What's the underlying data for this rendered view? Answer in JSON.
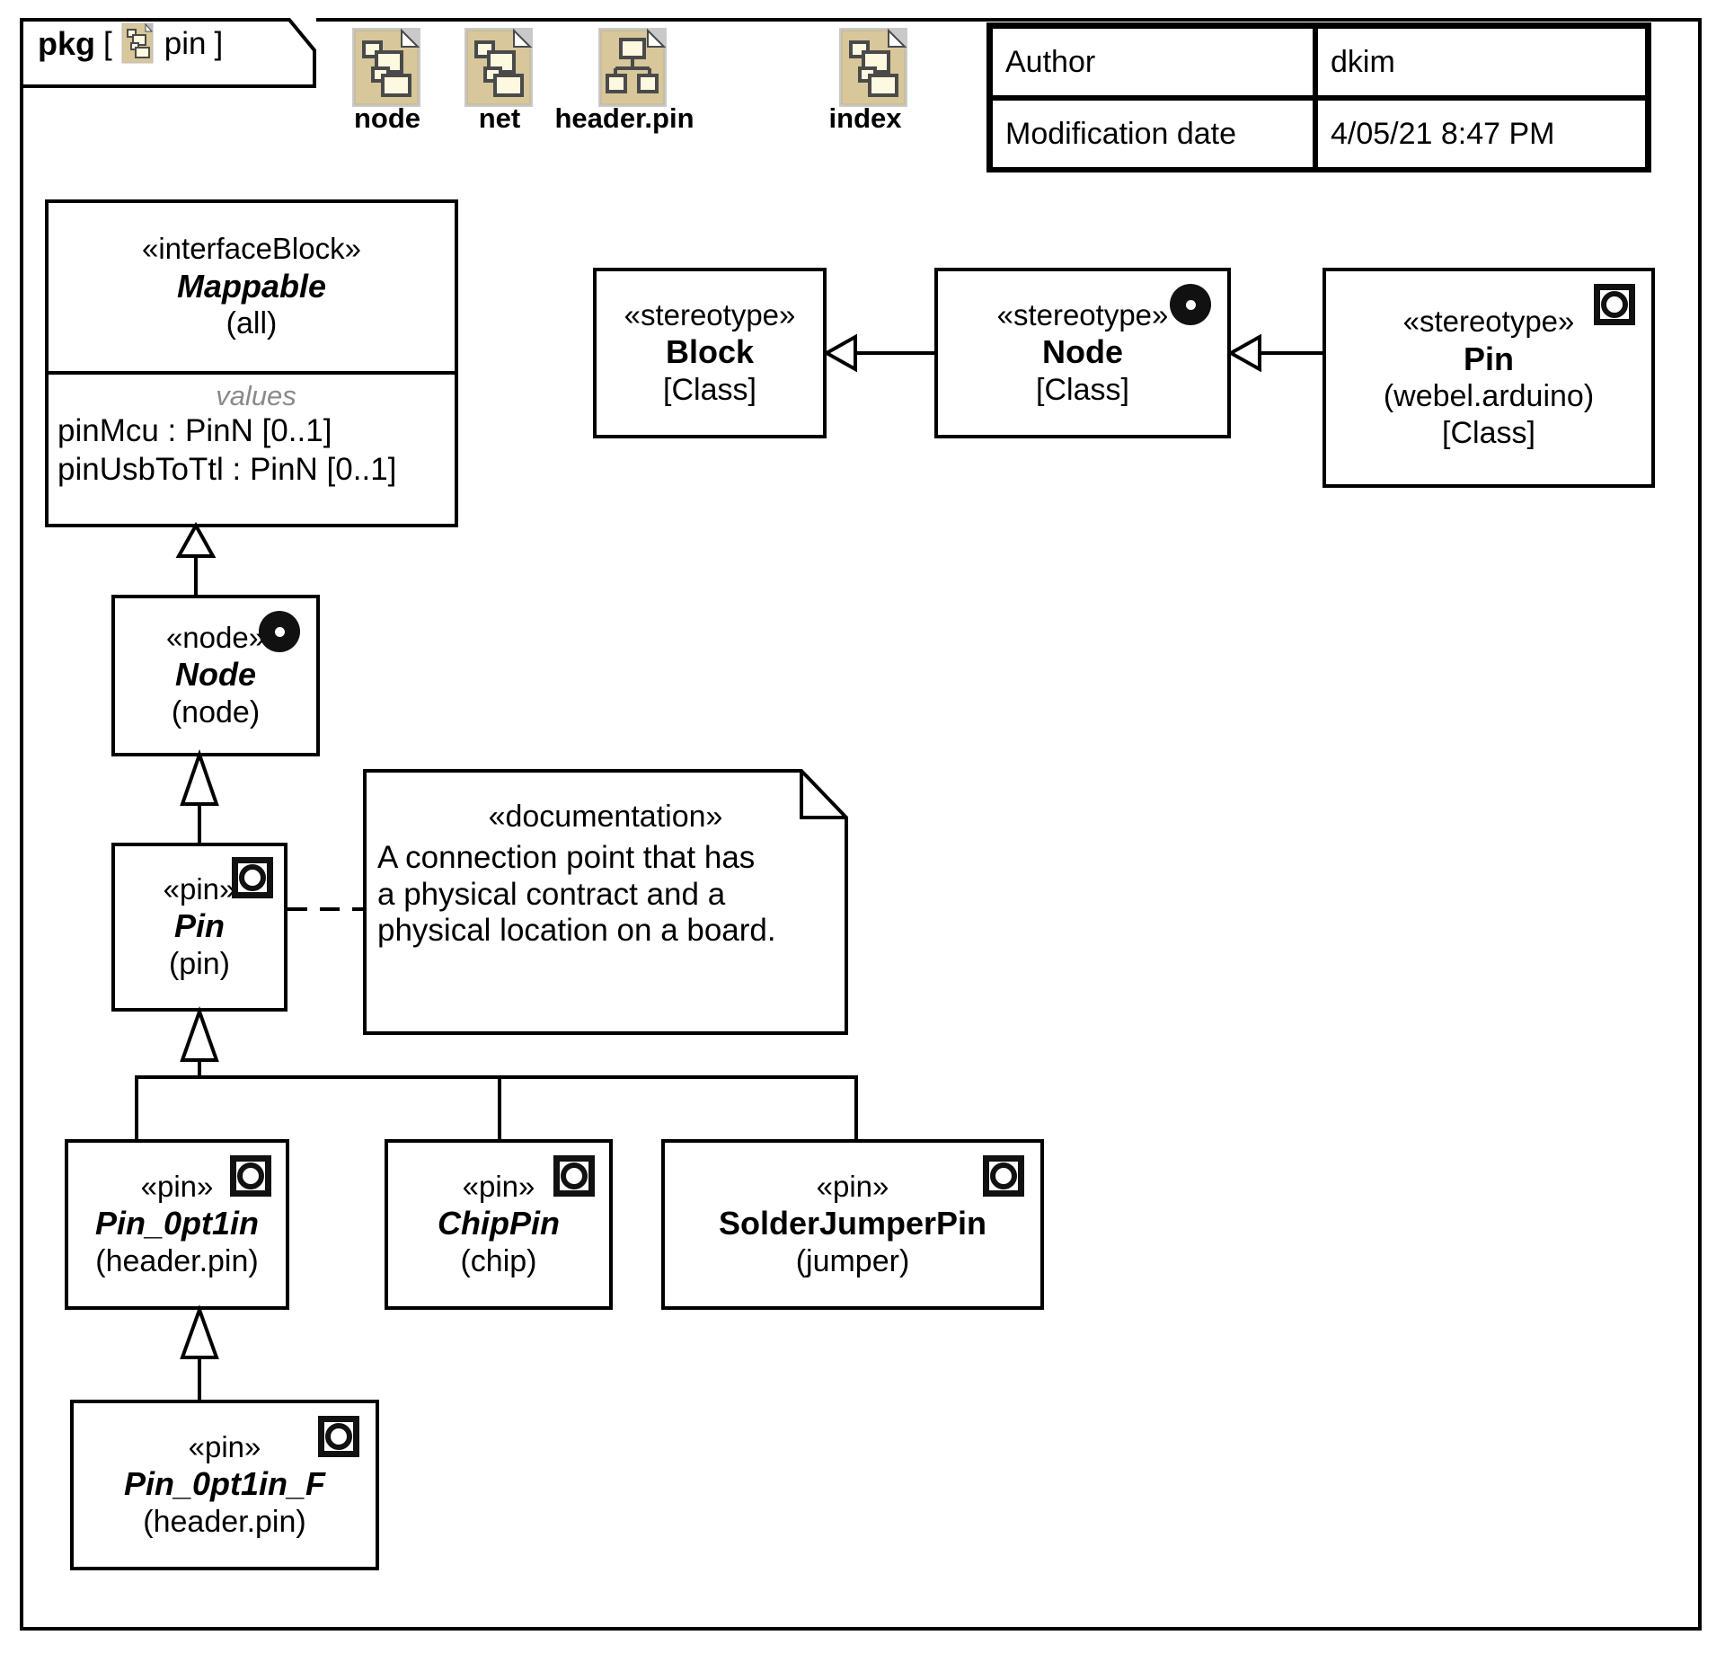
{
  "diagram": {
    "kind": "pkg",
    "bracket_open": "[",
    "bracket_close": "]",
    "name": "pin",
    "tab_icon": "package-icon"
  },
  "package_icons": [
    {
      "label": "node",
      "icon": "package-icon"
    },
    {
      "label": "net",
      "icon": "package-icon"
    },
    {
      "label": "header.pin",
      "icon": "package-tree-icon"
    },
    {
      "label": "index",
      "icon": "package-icon"
    }
  ],
  "meta": {
    "rows": [
      {
        "key": "Author",
        "value": "dkim"
      },
      {
        "key": "Modification date",
        "value": "4/05/21 8:47 PM"
      }
    ]
  },
  "blocks": {
    "mappable": {
      "keyword": "«interfaceBlock»",
      "name": "Mappable",
      "sub": "(all)",
      "compartment_label": "values",
      "values": [
        "pinMcu : PinN [0..1]",
        "pinUsbToTtl : PinN [0..1]"
      ]
    },
    "node_class": {
      "keyword": "«node»",
      "name": "Node",
      "sub": "(node)",
      "icon": "node-icon"
    },
    "pin_class": {
      "keyword": "«pin»",
      "name": "Pin",
      "sub": "(pin)",
      "icon": "pin-icon"
    },
    "pin_0pt1in": {
      "keyword": "«pin»",
      "name": "Pin_0pt1in",
      "sub": "(header.pin)",
      "icon": "pin-icon"
    },
    "chip_pin": {
      "keyword": "«pin»",
      "name": "ChipPin",
      "sub": "(chip)",
      "icon": "pin-icon"
    },
    "solder_jumper_pin": {
      "keyword": "«pin»",
      "name": "SolderJumperPin",
      "sub": "(jumper)",
      "icon": "pin-icon"
    },
    "pin_0pt1in_f": {
      "keyword": "«pin»",
      "name": "Pin_0pt1in_F",
      "sub": "(header.pin)",
      "icon": "pin-icon"
    }
  },
  "stereotypes": {
    "block": {
      "keyword": "«stereotype»",
      "name": "Block",
      "meta": "[Class]"
    },
    "node": {
      "keyword": "«stereotype»",
      "name": "Node",
      "meta": "[Class]",
      "icon": "node-icon"
    },
    "pin": {
      "keyword": "«stereotype»",
      "name": "Pin",
      "profile": "(webel.arduino)",
      "meta": "[Class]",
      "icon": "pin-icon"
    }
  },
  "note": {
    "keyword": "«documentation»",
    "line1": "A connection point that has",
    "line2": "a physical contract and a",
    "line3": "physical location on a board."
  },
  "colors": {
    "stroke": "#000000",
    "background": "#ffffff",
    "icon_fill": "#d8c79a",
    "icon_inner": "#fdf8e0",
    "icon_border": "#4a4a4a",
    "icon_shadow": "#bdbdbd",
    "muted_text": "#8a8a8a"
  }
}
